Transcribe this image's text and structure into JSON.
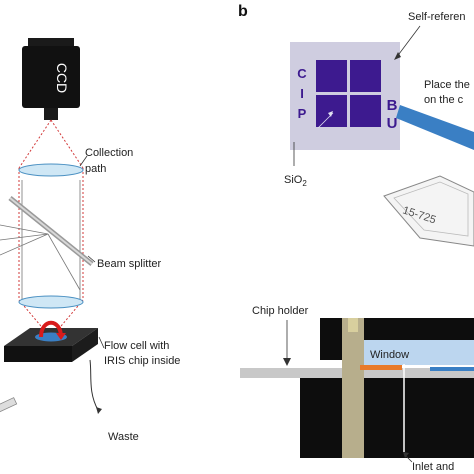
{
  "panels": {
    "b": "b"
  },
  "left": {
    "camera_label": "CCD",
    "collection_path": [
      "Collection",
      "path"
    ],
    "beam_splitter": "Beam splitter",
    "flow_cell": [
      "Flow cell with",
      "IRIS chip inside"
    ],
    "waste": "Waste"
  },
  "right": {
    "self_reference": "Self-referen",
    "place_line1": "Place the",
    "place_line2": "on the c",
    "sio2": "SiO",
    "sio2_sub": "2",
    "chip_letters_left": [
      "C",
      "I",
      "P"
    ],
    "chip_letters_right": [
      "B",
      "U"
    ],
    "holder_id": "15-725",
    "chip_holder": "Chip holder",
    "window": "Window",
    "inlet": "Inlet and"
  },
  "colors": {
    "chip_purple": "#3d1a8f",
    "chip_bg": "#cfcde0",
    "blue_strip": "#3a7fc4",
    "orange_strip": "#e87a2a",
    "red_path": "#d23a3a",
    "lens_blue": "#cfe7f5"
  }
}
